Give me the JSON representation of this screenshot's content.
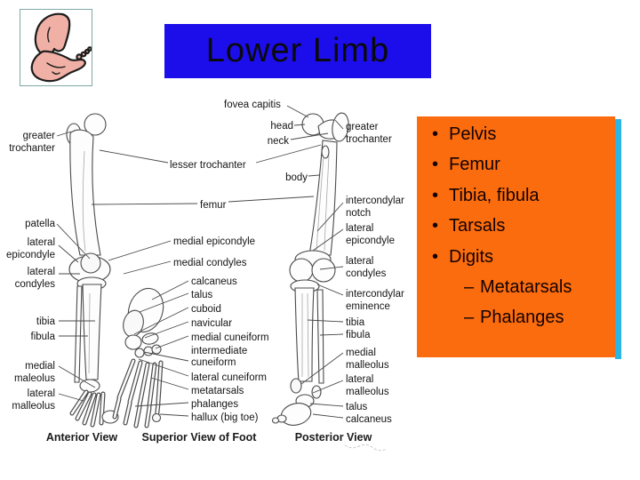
{
  "title": "Lower Limb",
  "colors": {
    "title_bg": "#1c0deb",
    "panel_bg": "#fb6c0e",
    "panel_accent": "#2ab6e4",
    "logo_pink": "#f0b0a5",
    "logo_border": "#7fa8a5"
  },
  "topics": {
    "bullet": "•",
    "dash": "–",
    "items": [
      "Pelvis",
      "Femur",
      "Tibia, fibula",
      "Tarsals",
      "Digits"
    ],
    "subitems": [
      "Metatarsals",
      "Phalanges"
    ]
  },
  "diagram": {
    "captions": {
      "anterior": "Anterior View",
      "superior": "Superior View of Foot",
      "posterior": "Posterior View"
    },
    "labels": {
      "fovea_capitis": "fovea capitis",
      "head": "head",
      "neck": "neck",
      "lesser_trochanter": "lesser trochanter",
      "body": "body",
      "femur": "femur",
      "medial_epicondyle": "medial epicondyle",
      "medial_condyles": "medial condyles",
      "greater": "greater",
      "trochanter": "trochanter",
      "patella": "patella",
      "lateral": "lateral",
      "epicondyle": "epicondyle",
      "condyles": "condyles",
      "tibia": "tibia",
      "fibula": "fibula",
      "medial": "medial",
      "maleolus": "maleolus",
      "malleolus": "malleolus",
      "intercondylar": "intercondylar",
      "notch": "notch",
      "eminence": "eminence",
      "calcaneus": "calcaneus",
      "talus": "talus",
      "cuboid": "cuboid",
      "navicular": "navicular",
      "medial_cuneiform": "medial cuneiform",
      "intermediate": "intermediate",
      "cuneiform": "cuneiform",
      "lateral_cuneiform": "lateral cuneiform",
      "metatarsals": "metatarsals",
      "phalanges": "phalanges",
      "hallux": "hallux (big toe)"
    }
  }
}
